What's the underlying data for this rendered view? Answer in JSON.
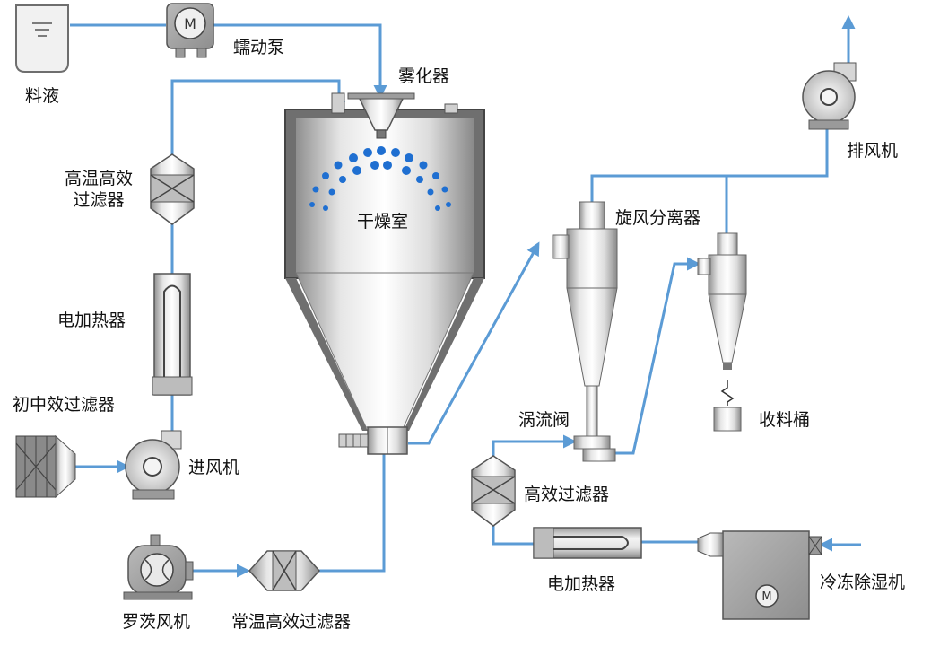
{
  "labels": {
    "feed_liquid": "料液",
    "peristaltic_pump": "蠕动泵",
    "atomizer": "雾化器",
    "hepa_filter_hot_line1": "高温高效",
    "hepa_filter_hot_line2": "过滤器",
    "drying_chamber": "干燥室",
    "heater_top": "电加热器",
    "primary_filter": "初中效过滤器",
    "inlet_fan": "进风机",
    "cyclone": "旋风分离器",
    "exhaust_fan": "排风机",
    "vortex_valve": "涡流阀",
    "collection_bucket": "收料桶",
    "hepa_filter": "高效过滤器",
    "heater_bottom": "电加热器",
    "freeze_dryer": "冷冻除湿机",
    "roots_blower": "罗茨风机",
    "ambient_hepa_filter": "常温高效过滤器"
  },
  "motor_symbol": "M",
  "colors": {
    "pipe": "#5b9bd5",
    "droplet": "#1f6fd1",
    "metal_light": "#f2f2f2",
    "metal_dark": "#8c8c8c"
  }
}
